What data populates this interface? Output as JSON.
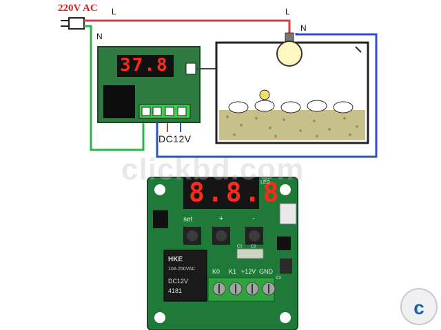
{
  "top_diagram": {
    "power_label": "220V AC",
    "line_label_1": "L",
    "line_label_2": "L",
    "neutral_label_1": "N",
    "neutral_label_2": "N",
    "dc_label": "DC12V",
    "display_reading": "37.8"
  },
  "board": {
    "display_reading": "8.8.8",
    "btn_set": "set",
    "btn_plus": "+",
    "btn_minus": "-",
    "terminal_labels": [
      "K0",
      "K1",
      "+12V",
      "GND"
    ],
    "relay_brand": "HKE",
    "relay_model": "DC12V",
    "relay_code": "4181",
    "relay_rating": "10A 250VAC",
    "led_label": "LED",
    "c_labels": [
      "C1",
      "C2",
      "C3"
    ]
  },
  "watermark": {
    "text": "clickbd.com"
  },
  "colors": {
    "live_wire": "#e23b3b",
    "neutral_wire": "#2a4fd0",
    "ground_wire": "#2bb34a",
    "pcb_green": "#1f7a3a",
    "display_red": "#ff2a1a"
  },
  "icons": {
    "logo": "clickbd-logo"
  }
}
